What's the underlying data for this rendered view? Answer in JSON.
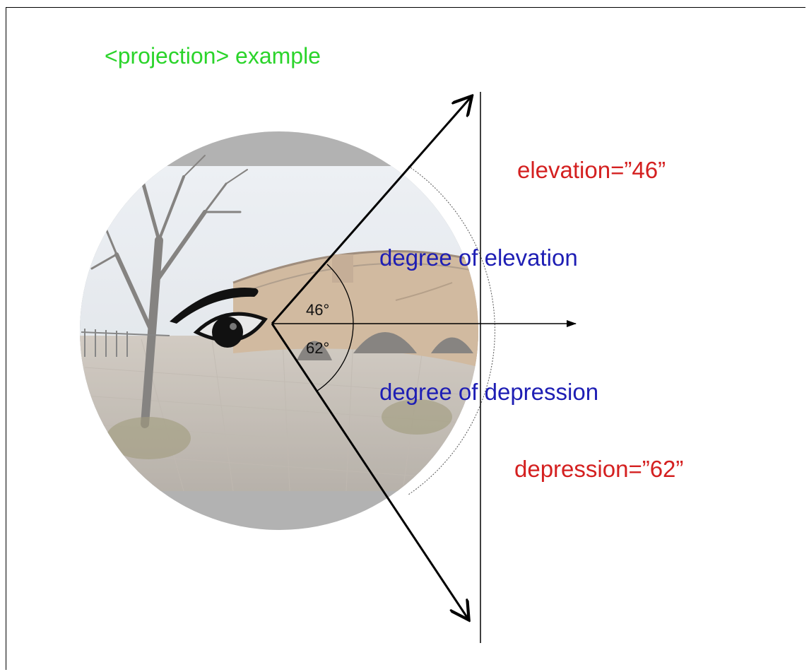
{
  "title": "<projection> example",
  "elevation_attr": "elevation=”46”",
  "depression_attr": "depression=”62”",
  "elevation_caption": "degree of elevation",
  "depression_caption": "degree of depression",
  "elevation_angle_label": "46°",
  "depression_angle_label": "62°",
  "colors": {
    "title": "#2bd42b",
    "attribute": "#d42020",
    "caption": "#1e1eb4",
    "sphere_shadow": "#9a9a9a"
  },
  "icons": [
    "eye-icon",
    "arrow-icon"
  ]
}
